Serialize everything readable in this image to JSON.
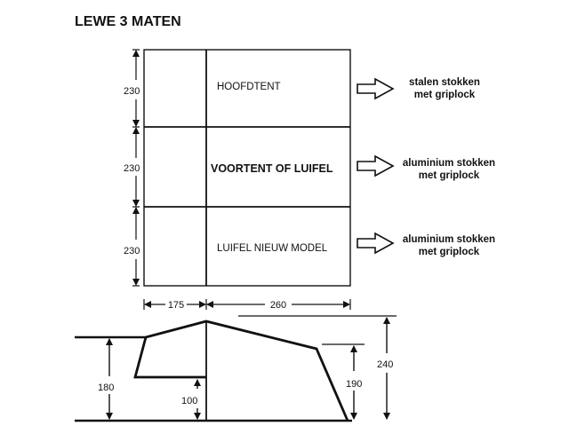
{
  "title": "LEWE 3 MATEN",
  "sections": [
    {
      "name": "HOOFDTENT",
      "height": "230",
      "pole_note_line1": "stalen stokken",
      "pole_note_line2": "met griplock"
    },
    {
      "name": "VOORTENT OF LUIFEL",
      "height": "230",
      "pole_note_line1": "aluminium stokken",
      "pole_note_line2": "met griplock"
    },
    {
      "name": "LUIFEL NIEUW MODEL",
      "height": "230",
      "pole_note_line1": "aluminium stokken",
      "pole_note_line2": "met griplock"
    }
  ],
  "plan_widths": {
    "left": "175",
    "right": "260"
  },
  "profile_heights": {
    "left": "180",
    "inner": "100",
    "right_inner": "190",
    "right_outer": "240"
  }
}
